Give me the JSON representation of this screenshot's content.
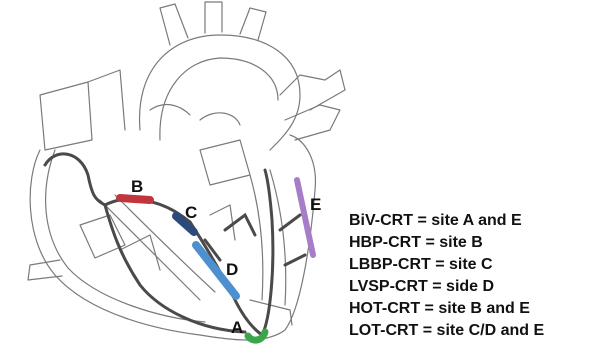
{
  "diagram": {
    "sites": [
      {
        "label": "A",
        "color": "#3aa84a"
      },
      {
        "label": "B",
        "color": "#c0363c"
      },
      {
        "label": "C",
        "color": "#2c4a7a"
      },
      {
        "label": "D",
        "color": "#4d8fcf"
      },
      {
        "label": "E",
        "color": "#a67dc7"
      }
    ],
    "legend": [
      "BiV-CRT = site A and E",
      "HBP-CRT = site B",
      "LBBP-CRT = site C",
      "LVSP-CRT = side D",
      "HOT-CRT = site B and E",
      "LOT-CRT = site C/D and E"
    ]
  }
}
